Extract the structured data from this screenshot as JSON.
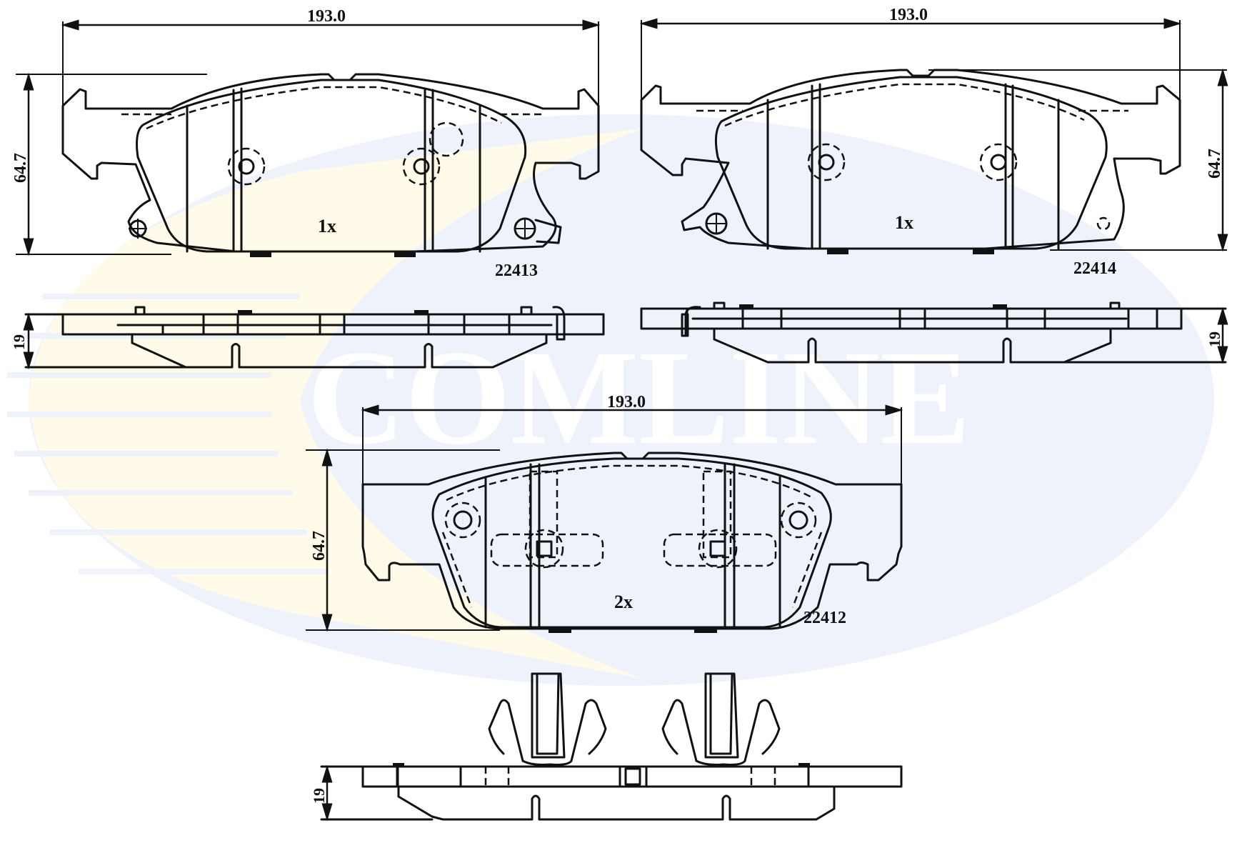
{
  "watermark": {
    "brand_text": "COMLINE",
    "colors": {
      "blue": "#eef2fb",
      "yellow": "#fffbe8",
      "stripe": "#f2f4fb"
    }
  },
  "drawing": {
    "line_color": "#111111",
    "views": [
      {
        "id": "pad-22413",
        "part_number": "22413",
        "quantity": "1x",
        "width_dim": "193.0",
        "height_dim": "64.7",
        "thickness_dim": "19"
      },
      {
        "id": "pad-22414",
        "part_number": "22414",
        "quantity": "1x",
        "width_dim": "193.0",
        "height_dim": "64.7",
        "thickness_dim": "19"
      },
      {
        "id": "pad-22412",
        "part_number": "22412",
        "quantity": "2x",
        "width_dim": "193.0",
        "height_dim": "64.7",
        "thickness_dim": "19"
      }
    ]
  }
}
